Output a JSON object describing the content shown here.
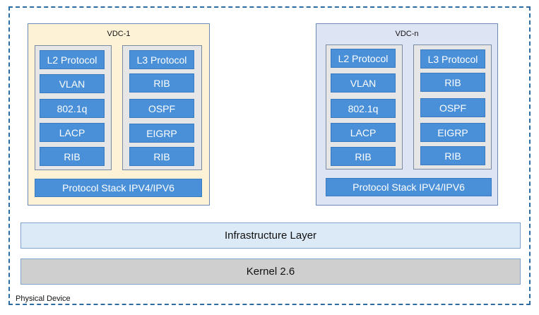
{
  "device_label": "Physical Device",
  "colors": {
    "vdc1_bg": "#fdf2d6",
    "vdcn_bg": "#dde4f3",
    "box_blue": "#4a90d9",
    "infra_bg": "#dce9f6",
    "kernel_bg": "#cfcfcf",
    "border_dashed": "#2e6da4"
  },
  "vdc1": {
    "title": "VDC-1",
    "l2": [
      "L2 Protocol",
      "VLAN",
      "802.1q",
      "LACP",
      "RIB"
    ],
    "l3": [
      "L3 Protocol",
      "RIB",
      "OSPF",
      "EIGRP",
      "RIB"
    ],
    "stack": "Protocol Stack IPV4/IPV6"
  },
  "vdcn": {
    "title": "VDC-n",
    "l2": [
      "L2 Protocol",
      "VLAN",
      "802.1q",
      "LACP",
      "RIB"
    ],
    "l3": [
      "L3 Protocol",
      "RIB",
      "OSPF",
      "EIGRP",
      "RIB"
    ],
    "stack": "Protocol Stack IPV4/IPV6"
  },
  "infrastructure": "Infrastructure Layer",
  "kernel": "Kernel 2.6"
}
